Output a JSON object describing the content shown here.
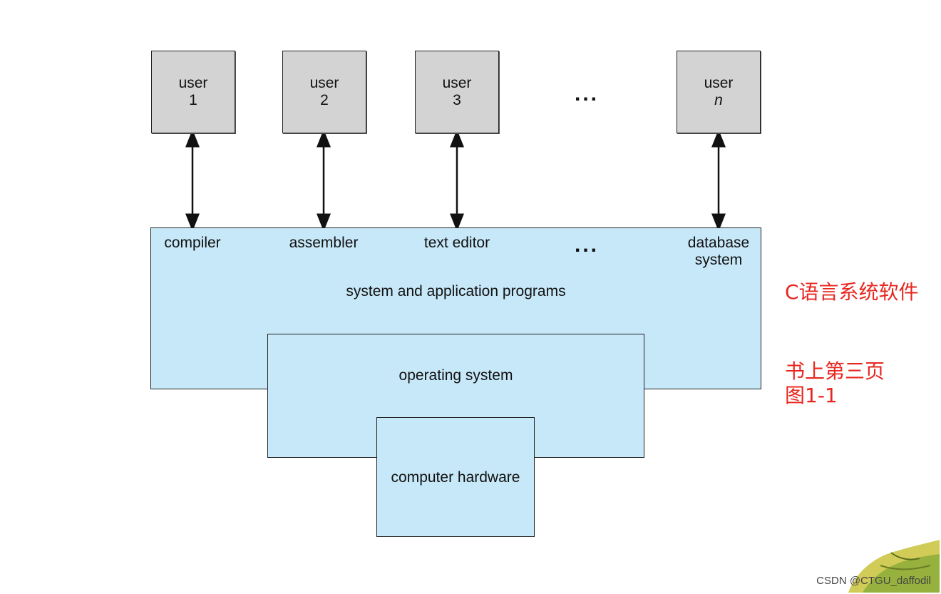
{
  "users": [
    {
      "label": "user",
      "num": "1"
    },
    {
      "label": "user",
      "num": "2"
    },
    {
      "label": "user",
      "num": "3"
    },
    {
      "label": "user",
      "num": "n"
    }
  ],
  "user_ellipsis": "...",
  "programs": [
    "compiler",
    "assembler",
    "text editor",
    "database\nsystem"
  ],
  "program_ellipsis": "...",
  "layers": {
    "apps": "system and application programs",
    "os": "operating system",
    "hw": "computer hardware"
  },
  "notes": {
    "line1": "C语言系统软件",
    "line2": "书上第三页",
    "line3": "图1-1"
  },
  "watermark": "CSDN @CTGU_daffodil",
  "colors": {
    "user_box": "#d3d3d3",
    "layer_box": "#c7e8f8",
    "note_red": "#e8261f"
  },
  "icons": [
    "double-arrow-icon",
    "dragon-logo-icon"
  ]
}
